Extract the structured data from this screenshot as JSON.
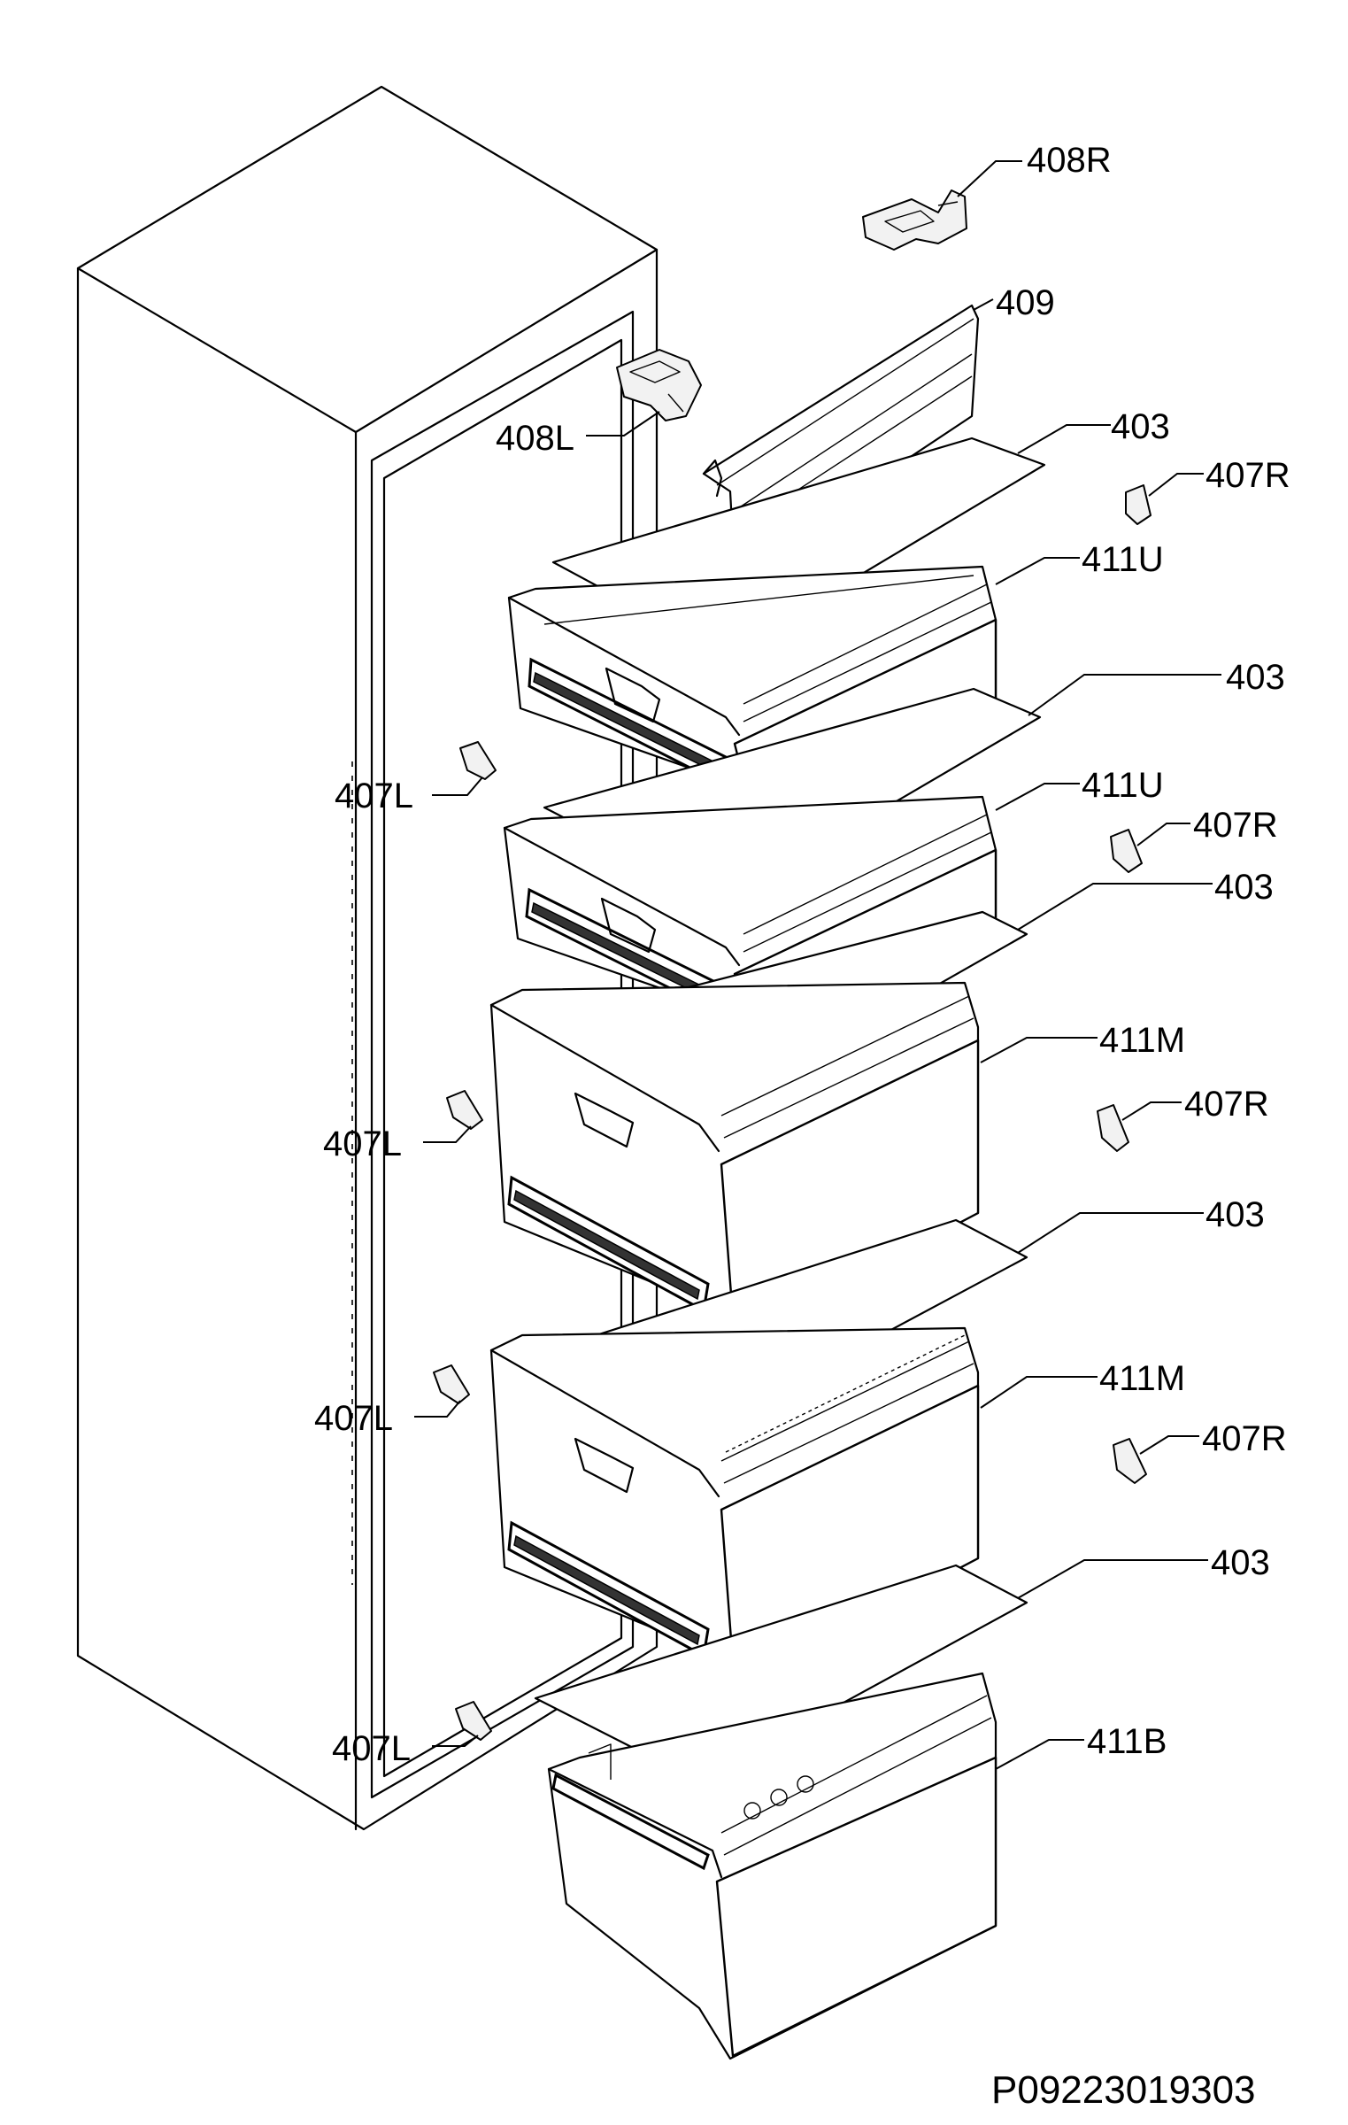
{
  "diagram": {
    "document_id": "P09223019303",
    "callouts": {
      "c408R": "408R",
      "c409": "409",
      "c408L": "408L",
      "c403_1": "403",
      "c407R_1": "407R",
      "c411U_1": "411U",
      "c403_2": "403",
      "c407L_1": "407L",
      "c411U_2": "411U",
      "c407R_2": "407R",
      "c403_3": "403",
      "c411M_1": "411M",
      "c407L_2": "407L",
      "c407R_3": "407R",
      "c403_4": "403",
      "c411M_2": "411M",
      "c407L_3": "407L",
      "c407R_4": "407R",
      "c403_5": "403",
      "c407L_4": "407L",
      "c411B": "411B"
    }
  }
}
